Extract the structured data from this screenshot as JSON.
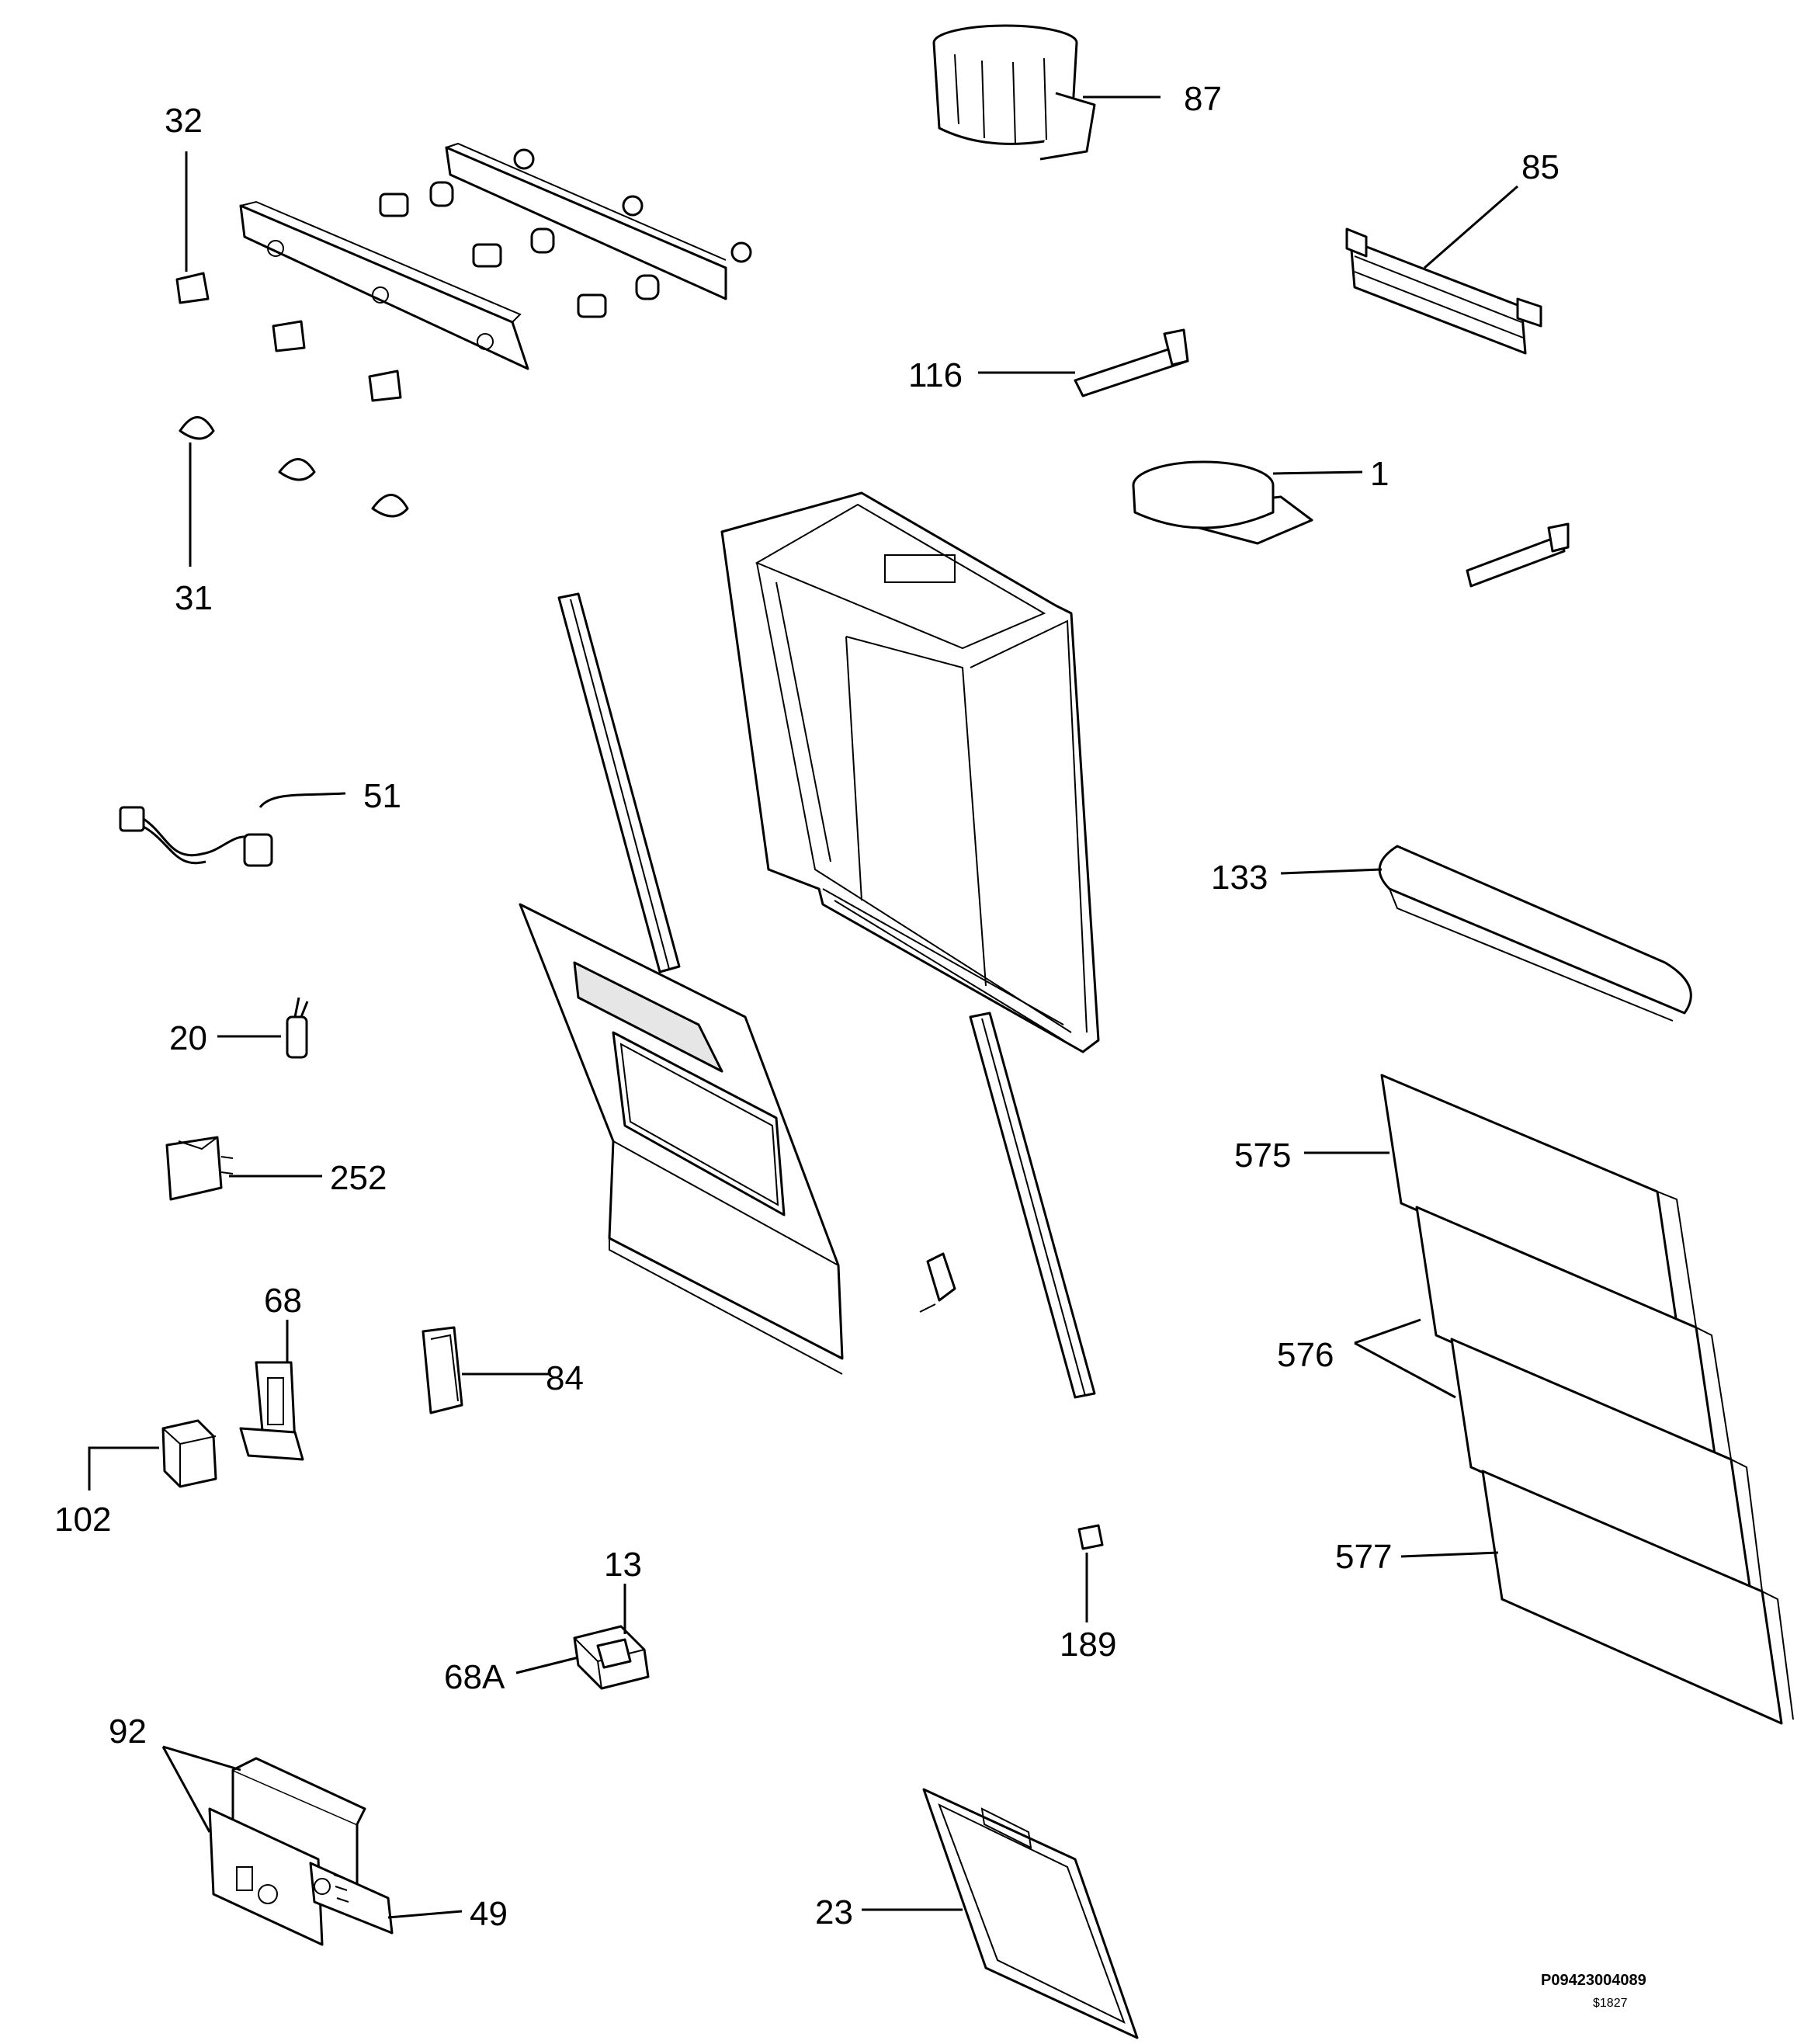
{
  "diagram": {
    "callouts": [
      {
        "id": "c32",
        "label": "32"
      },
      {
        "id": "c31",
        "label": "31"
      },
      {
        "id": "c87",
        "label": "87"
      },
      {
        "id": "c85",
        "label": "85"
      },
      {
        "id": "c116",
        "label": "116"
      },
      {
        "id": "c1",
        "label": "1"
      },
      {
        "id": "c51",
        "label": "51"
      },
      {
        "id": "c133",
        "label": "133"
      },
      {
        "id": "c20",
        "label": "20"
      },
      {
        "id": "c252",
        "label": "252"
      },
      {
        "id": "c575",
        "label": "575"
      },
      {
        "id": "c68",
        "label": "68"
      },
      {
        "id": "c576",
        "label": "576"
      },
      {
        "id": "c84",
        "label": "84"
      },
      {
        "id": "c102",
        "label": "102"
      },
      {
        "id": "c13",
        "label": "13"
      },
      {
        "id": "c577",
        "label": "577"
      },
      {
        "id": "c68A",
        "label": "68A"
      },
      {
        "id": "c189",
        "label": "189"
      },
      {
        "id": "c92",
        "label": "92"
      },
      {
        "id": "c49",
        "label": "49"
      },
      {
        "id": "c23",
        "label": "23"
      }
    ],
    "drawing_code": "P09423004089",
    "drawing_sub_code": "$1827"
  }
}
